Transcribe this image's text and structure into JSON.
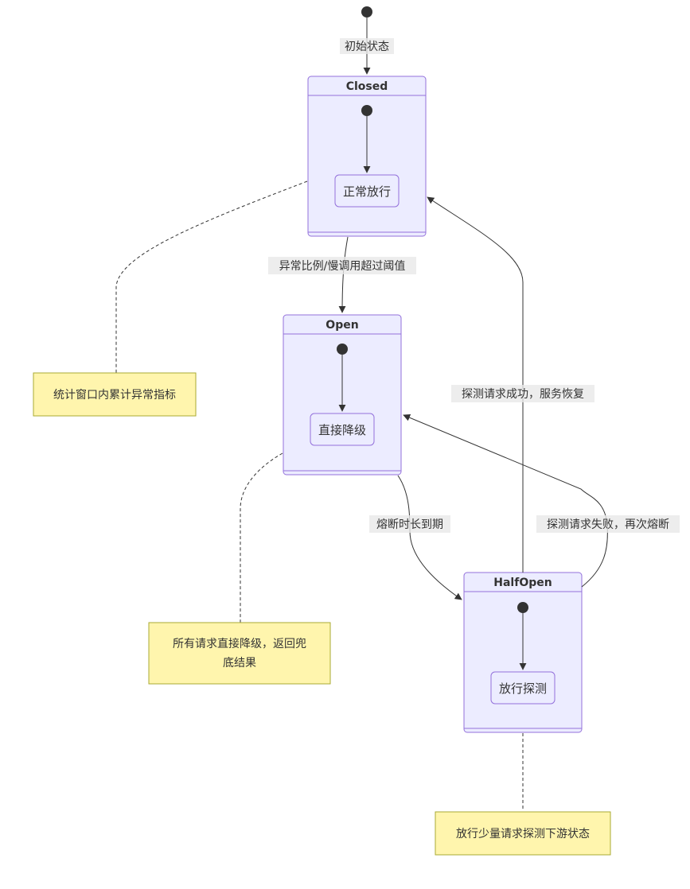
{
  "states": {
    "closed": {
      "title": "Closed",
      "inner": "正常放行"
    },
    "open": {
      "title": "Open",
      "inner": "直接降级"
    },
    "halfopen": {
      "title": "HalfOpen",
      "inner": "放行探测"
    }
  },
  "transitions": {
    "initial": "初始状态",
    "closed_to_open": "异常比例/慢调用超过阈值",
    "open_to_halfopen": "熔断时长到期",
    "halfopen_to_closed": "探测请求成功，服务恢复",
    "halfopen_to_open": "探测请求失败，再次熔断"
  },
  "notes": {
    "closed": "统计窗口内累计异常指标",
    "open_line1": "所有请求直接降级，返回兜",
    "open_line2": "底结果",
    "halfopen": "放行少量请求探测下游状态"
  },
  "colors": {
    "state_fill": "#ececff",
    "state_border": "#9370db",
    "note_fill": "#fff5ad",
    "note_border": "#aaaa33",
    "edge": "#333333"
  }
}
